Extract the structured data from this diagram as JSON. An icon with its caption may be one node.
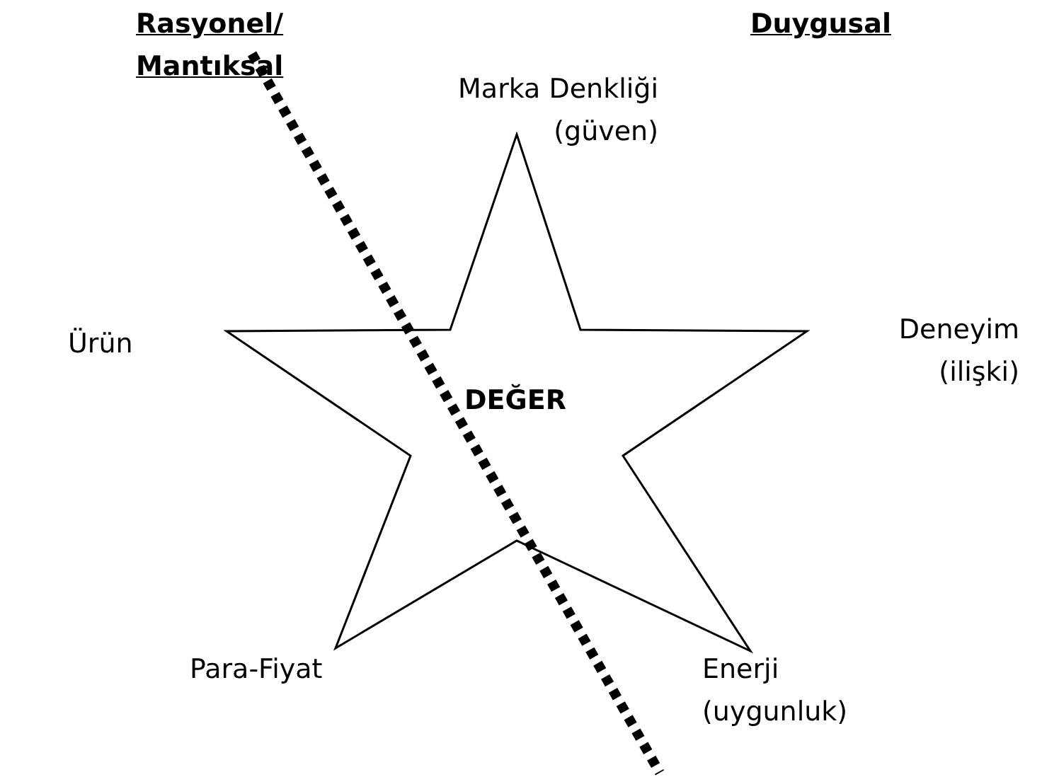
{
  "diagram": {
    "nodes": [
      {
        "text": [
          "DEĞER"
        ]
      }
    ],
    "labels": [
      "Rasyonel/ Mantıksal",
      "Duygusal",
      "Marka Denkliği (güven)",
      "Ürün",
      "Deneyim (ilişki)",
      "Para-Fiyat",
      "Enerji (uygunluk)"
    ]
  }
}
